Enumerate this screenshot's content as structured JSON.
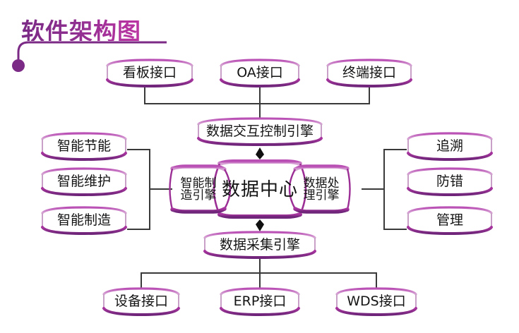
{
  "title": "软件架构图",
  "colors": {
    "accent_dark": "#7b2a86",
    "accent_mid": "#9c2f95",
    "accent_light": "#c77fc2",
    "accent_pink": "#cc3da8",
    "connector": "#3a3a3a",
    "text": "#141414"
  },
  "top_row": [
    {
      "label": "看板接口"
    },
    {
      "label": "OA接口"
    },
    {
      "label": "终端接口"
    }
  ],
  "control_engine": {
    "label": "数据交互控制引擎"
  },
  "center_row": {
    "left_engine": {
      "label": "智能制\n造引擎"
    },
    "hub": {
      "label": "数据中心"
    },
    "right_engine": {
      "label": "数据处\n理引擎"
    }
  },
  "left_column": [
    {
      "label": "智能节能"
    },
    {
      "label": "智能维护"
    },
    {
      "label": "智能制造"
    }
  ],
  "right_column": [
    {
      "label": "追溯"
    },
    {
      "label": "防错"
    },
    {
      "label": "管理"
    }
  ],
  "collect_engine": {
    "label": "数据采集引擎"
  },
  "bottom_row": [
    {
      "label": "设备接口"
    },
    {
      "label": "ERP接口"
    },
    {
      "label": "WDS接口"
    }
  ]
}
